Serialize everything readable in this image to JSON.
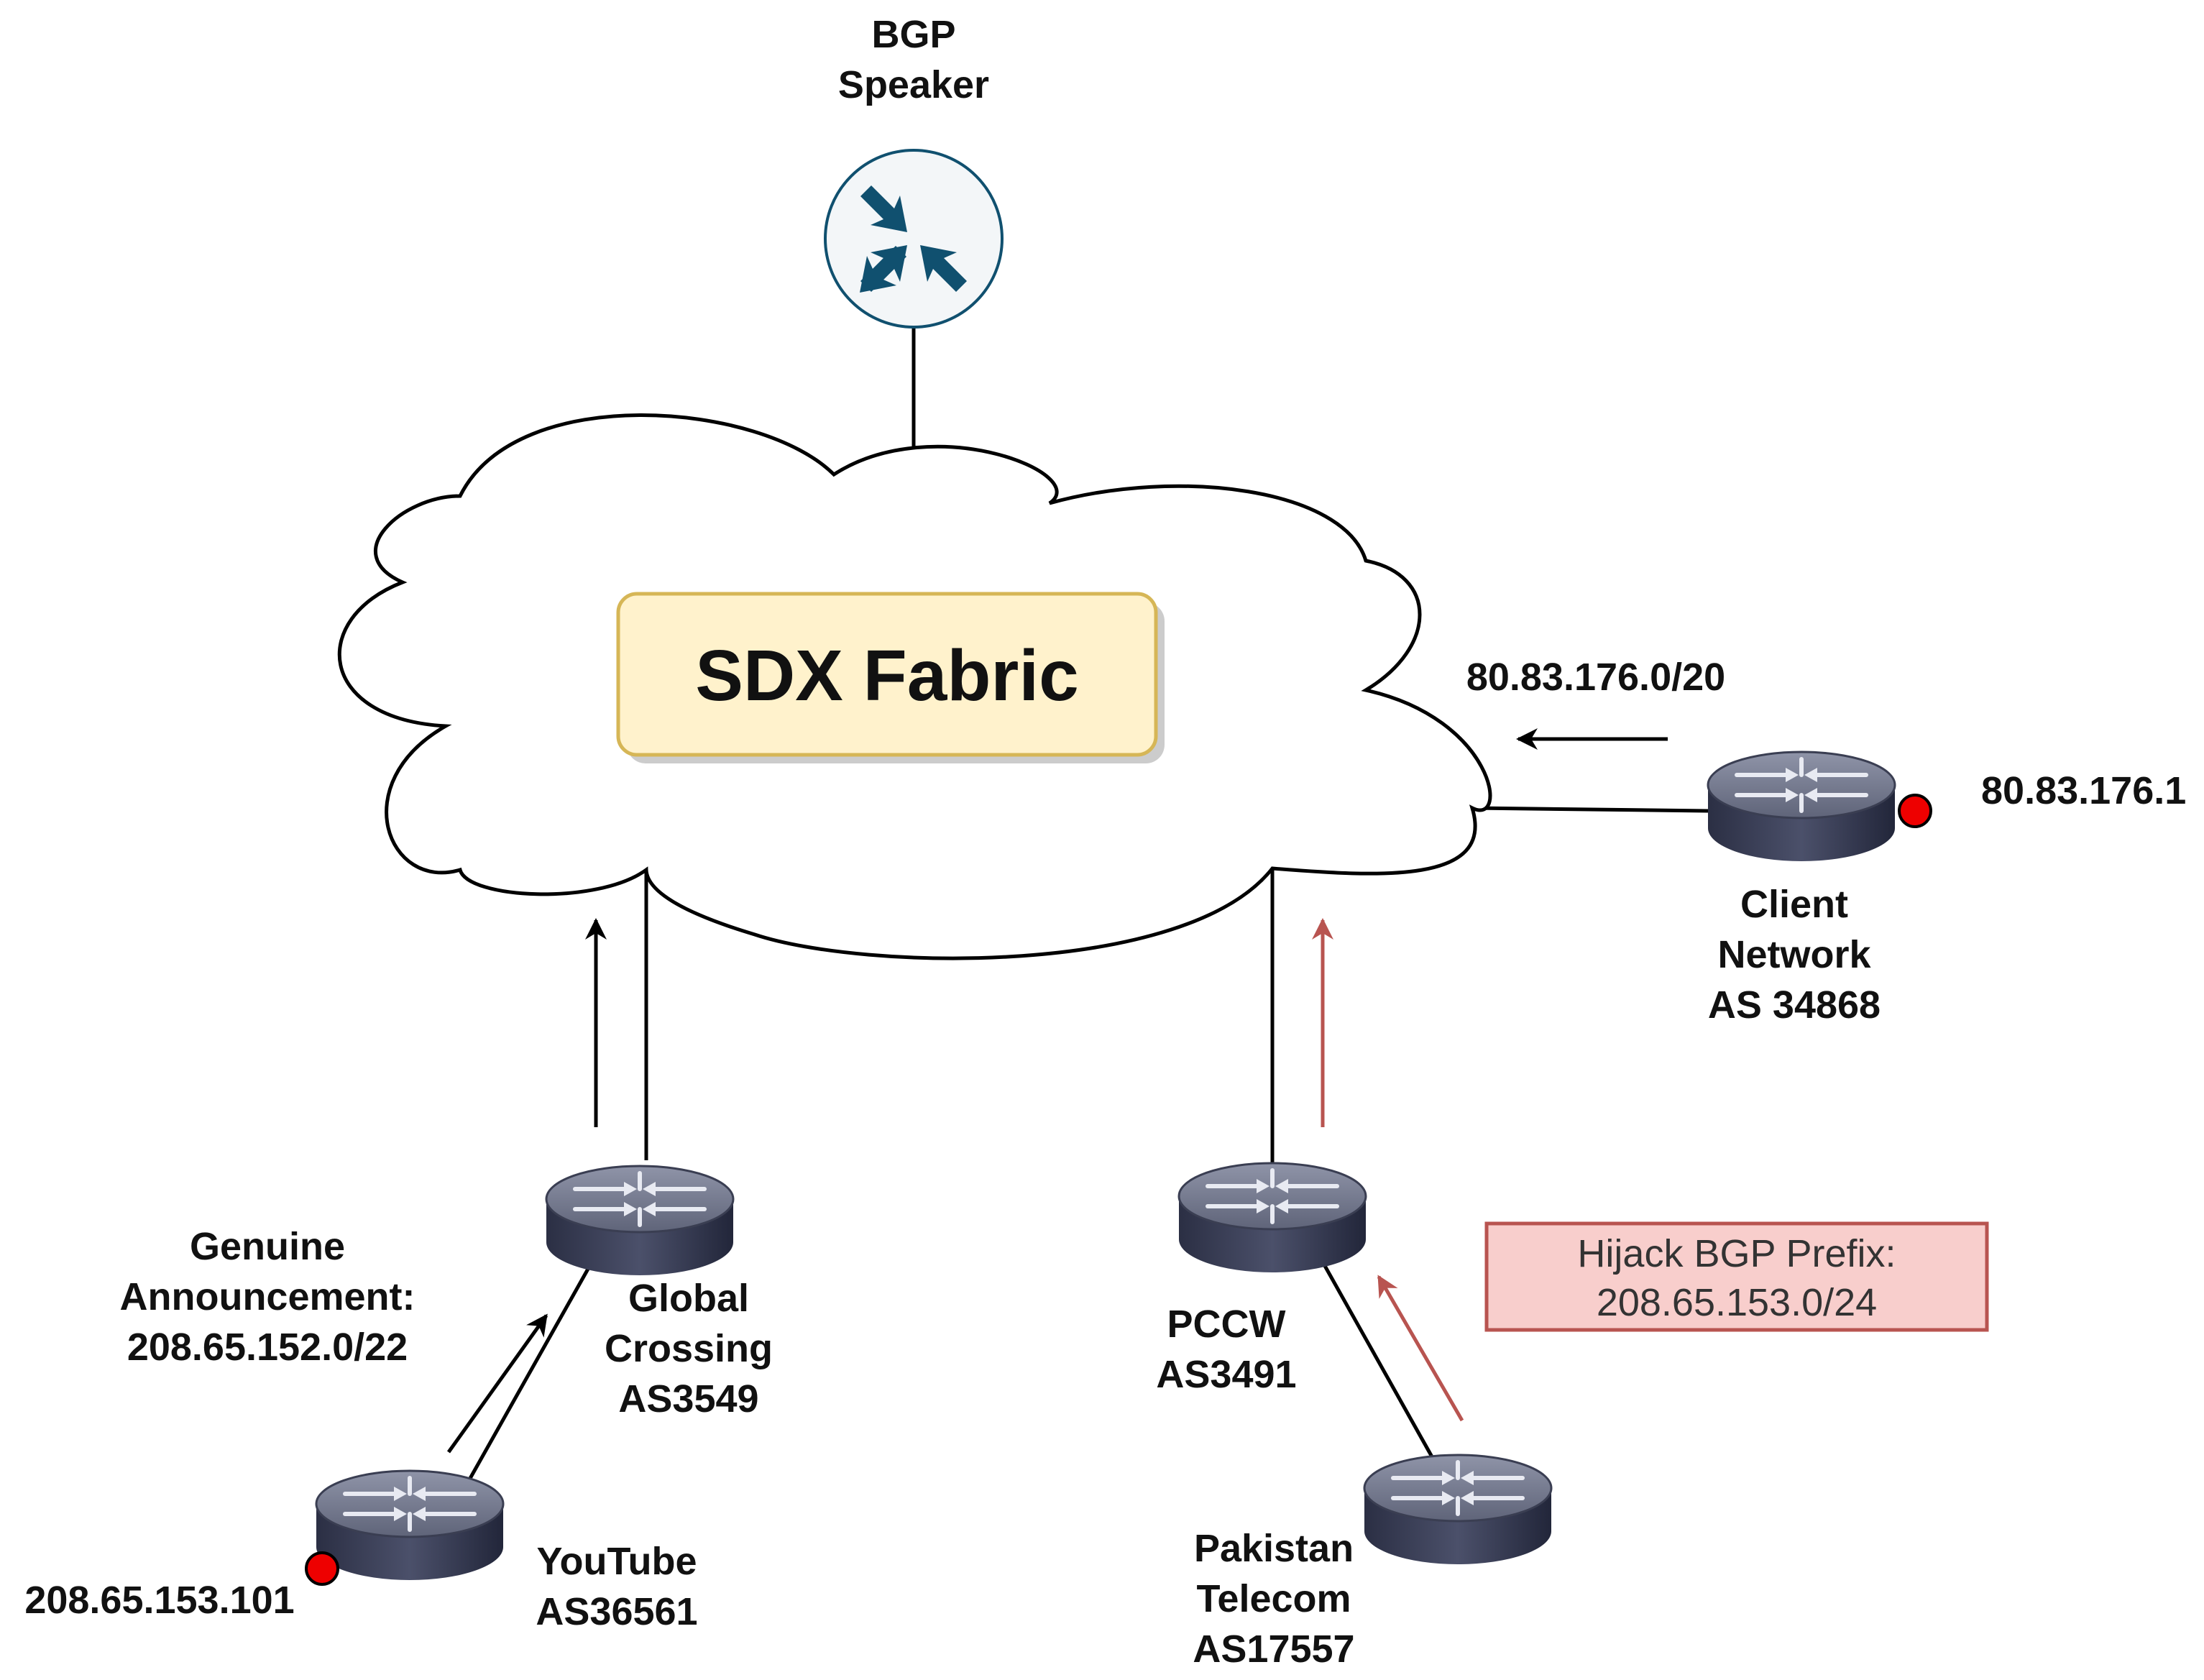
{
  "bgp_speaker": {
    "line1": "BGP",
    "line2": "Speaker"
  },
  "fabric": {
    "title": "SDX Fabric"
  },
  "client": {
    "prefix": "80.83.176.0/20",
    "ip": "80.83.176.1",
    "name_line1": "Client",
    "name_line2": "Network",
    "name_line3": "AS 34868"
  },
  "global_crossing": {
    "line1": "Global",
    "line2": "Crossing",
    "line3": "AS3549"
  },
  "genuine": {
    "line1": "Genuine",
    "line2": "Announcement:",
    "line3": "208.65.152.0/22"
  },
  "youtube": {
    "line1": "YouTube",
    "line2": "AS36561",
    "ip": "208.65.153.101"
  },
  "pccw": {
    "line1": "PCCW",
    "line2": "AS3491"
  },
  "hijack": {
    "line1": "Hijack BGP Prefix:",
    "line2": "208.65.153.0/24"
  },
  "pakistan": {
    "line1": "Pakistan",
    "line2": "Telecom",
    "line3": "AS17557"
  },
  "colors": {
    "hijack_arrow": "#b85450",
    "hijack_fill": "#f8cecc",
    "fabric_fill": "#fff2cc",
    "fabric_stroke": "#d6b656",
    "speaker_icon": "#10506f",
    "ip_dot": "#ee0000"
  }
}
